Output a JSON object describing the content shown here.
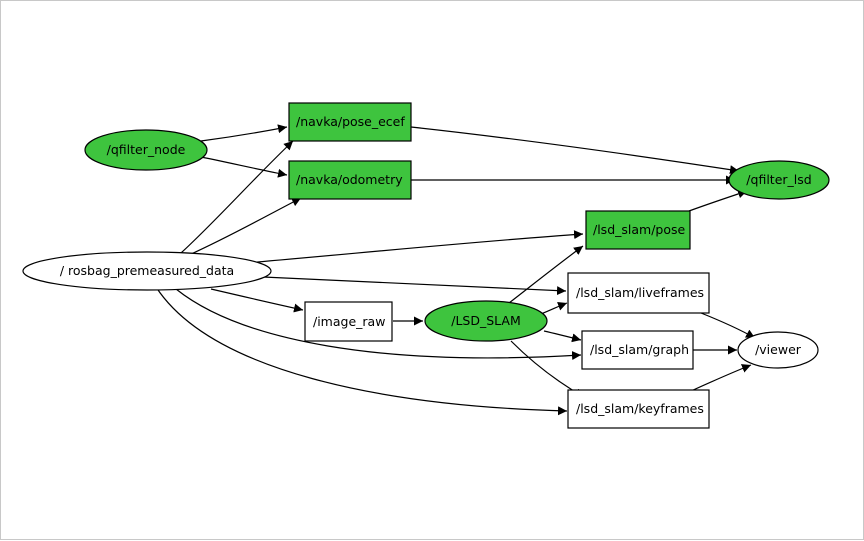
{
  "colors": {
    "topic_active": "#3ec43e",
    "node_default": "#ffffff",
    "edge": "#000000"
  },
  "nodes": {
    "qfilter_node": "/qfilter_node",
    "pose_ecef": "/navka/pose_ecef",
    "odometry": "/navka/odometry",
    "qfilter_lsd": "/qfilter_lsd",
    "lsd_pose": "/lsd_slam/pose",
    "rosbag": "/ rosbag_premeasured_data",
    "liveframes": "/lsd_slam/liveframes",
    "image_raw": "/image_raw",
    "lsd_slam": "/LSD_SLAM",
    "graph": "/lsd_slam/graph",
    "viewer": "/viewer",
    "keyframes": "/lsd_slam/keyframes"
  }
}
